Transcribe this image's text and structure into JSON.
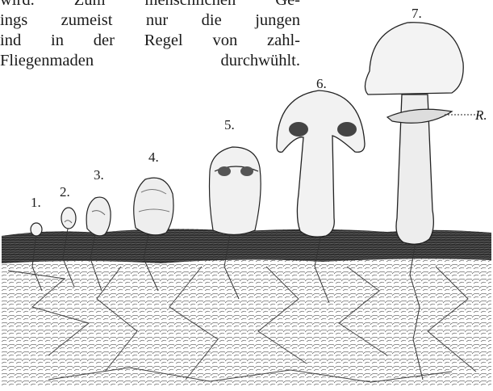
{
  "text": {
    "lines": [
      "wird. Zum menschlichen Ge-",
      "ings zumeist nur die jungen",
      "ind in der Regel von zahl-",
      "Fliegenmaden durchwühlt."
    ]
  },
  "figure": {
    "stage_labels": [
      "1.",
      "2.",
      "3.",
      "4.",
      "5.",
      "6.",
      "7."
    ],
    "ring_label": "R."
  }
}
